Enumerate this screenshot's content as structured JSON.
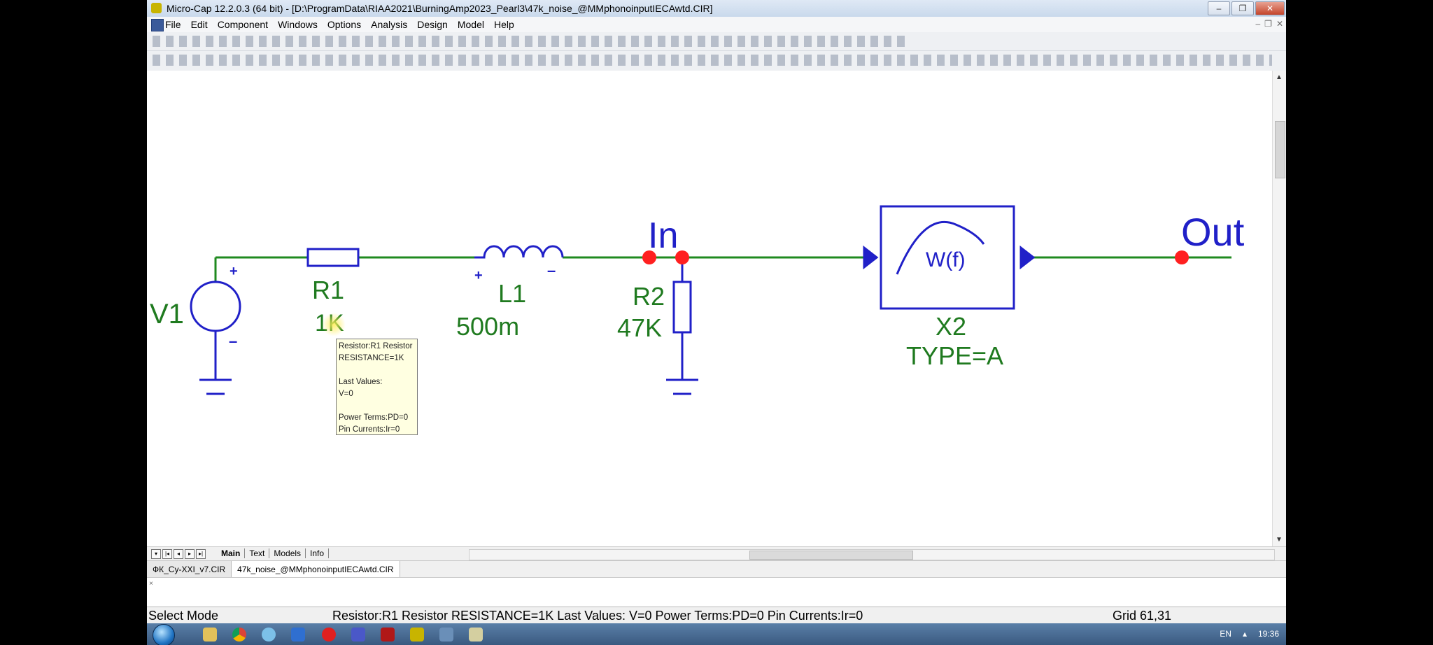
{
  "window": {
    "title": "Micro-Cap 12.2.0.3 (64 bit) - [D:\\ProgramData\\RIAA2021\\BurningAmp2023_Pearl3\\47k_noise_@MMphonoinputIECAwtd.CIR]",
    "min": "–",
    "max": "❐",
    "close": "✕"
  },
  "menu": [
    "File",
    "Edit",
    "Component",
    "Windows",
    "Options",
    "Analysis",
    "Design",
    "Model",
    "Help"
  ],
  "schematic": {
    "v1": "V1",
    "v1_plus": "+",
    "v1_minus": "–",
    "r1_name": "R1",
    "r1_value": "1K",
    "l1_name": "L1",
    "l1_value": "500m",
    "l1_plus": "+",
    "l1_minus": "–",
    "r2_name": "R2",
    "r2_value": "47K",
    "node_in": "In",
    "node_out": "Out",
    "block_label": "W(f)",
    "x2_name": "X2",
    "x2_type": "TYPE=A",
    "wire_color": "#1f8a1f",
    "component_color": "#2020c8",
    "node_color": "#ff2020"
  },
  "tooltip": {
    "line1": "Resistor:R1 Resistor",
    "line2": "RESISTANCE=1K",
    "line3": "Last Values:",
    "line4": "V=0",
    "line5": "Power Terms:PD=0",
    "line6": "Pin Currents:Ir=0"
  },
  "page_tabs": [
    "Main",
    "Text",
    "Models",
    "Info"
  ],
  "doc_tabs": [
    "ФК_Су-XXI_v7.CIR",
    "47k_noise_@MMphonoinputIECAwtd.CIR"
  ],
  "status": {
    "mode": "Select Mode",
    "info": "Resistor:R1 Resistor  RESISTANCE=1K  Last Values: V=0   Power Terms:PD=0  Pin Currents:Ir=0",
    "grid": "Grid 61,31"
  },
  "taskbar": {
    "lang": "EN",
    "time": "19:36"
  }
}
